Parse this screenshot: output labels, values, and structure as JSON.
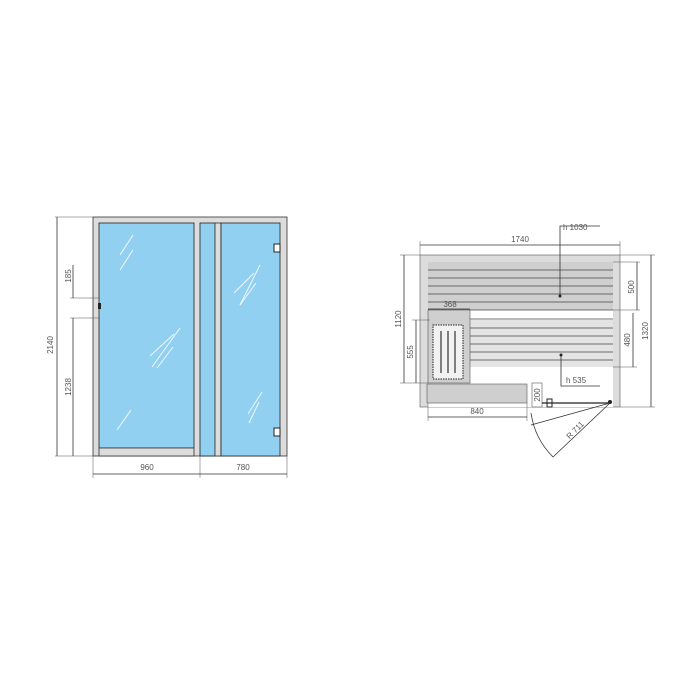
{
  "colors": {
    "glass": "#92d0f2",
    "frame": "#dcdcdc",
    "bench": "#cfcfcf",
    "line": "#333333"
  },
  "front_view": {
    "dims": {
      "height": "2140",
      "handle_span": "185",
      "handle_height": "1238",
      "door_width": "960",
      "panel_width": "780"
    }
  },
  "plan_view": {
    "dims": {
      "width": "1740",
      "depth_left": "1120",
      "depth_right": "1320",
      "heater_height": "555",
      "heater_width": "368",
      "upper_bench_depth": "500",
      "lower_bench_depth": "480",
      "footbench": "840",
      "step": "200",
      "door_radius": "R 711"
    },
    "labels": {
      "upper_bench_height": "h 1030",
      "lower_bench_height": "h 535"
    }
  }
}
